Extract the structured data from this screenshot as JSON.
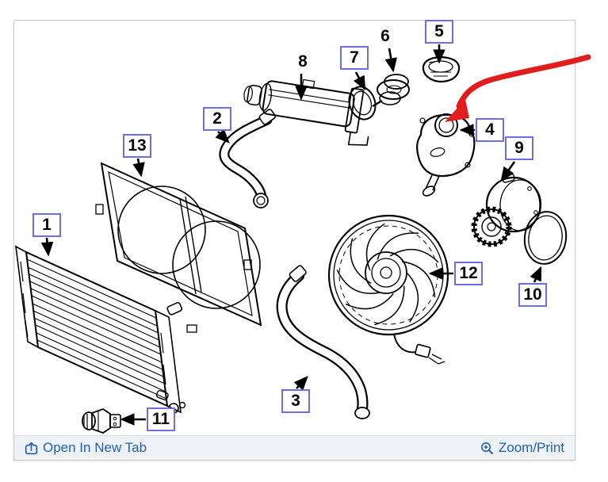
{
  "toolbar": {
    "open_in_new_tab_label": "Open In New Tab",
    "zoom_print_label": "Zoom/Print"
  },
  "callouts": [
    {
      "label": "1",
      "boxed": true
    },
    {
      "label": "2",
      "boxed": true
    },
    {
      "label": "3",
      "boxed": true
    },
    {
      "label": "4",
      "boxed": true
    },
    {
      "label": "5",
      "boxed": true
    },
    {
      "label": "6",
      "boxed": false
    },
    {
      "label": "7",
      "boxed": true
    },
    {
      "label": "8",
      "boxed": false
    },
    {
      "label": "9",
      "boxed": true
    },
    {
      "label": "10",
      "boxed": true
    },
    {
      "label": "11",
      "boxed": true
    },
    {
      "label": "12",
      "boxed": true
    },
    {
      "label": "13",
      "boxed": true
    }
  ],
  "colors": {
    "callout_border": "#6e6ee0",
    "link_blue": "#1e62ad",
    "red_annotation": "#e01e1e",
    "line_art": "#000000",
    "toolbar_bg": "#eef1f6",
    "panel_border": "#c9c9c9"
  },
  "icons": {
    "left": "open-in-new-tab-icon",
    "right": "zoom-magnifier-plus-icon"
  }
}
